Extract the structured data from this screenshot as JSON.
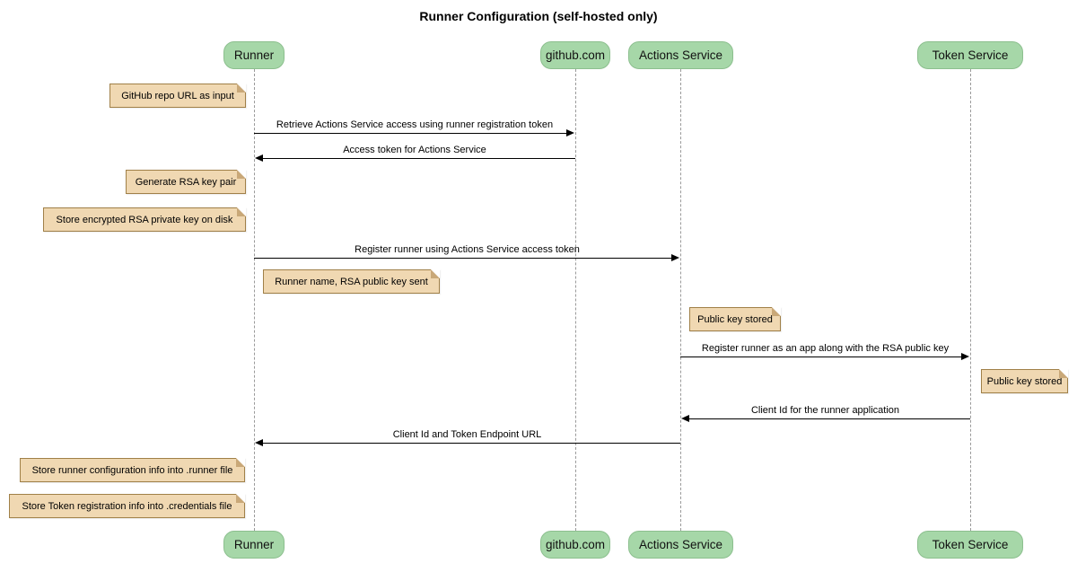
{
  "title": "Runner Configuration (self-hosted only)",
  "diagram_type": "sequence-diagram",
  "colors": {
    "participant_fill": "#a6d7a8",
    "participant_border": "#8cbf8e",
    "note_fill": "#f0d8b2",
    "note_border": "#a08048",
    "lifeline": "#9a9a9a",
    "message_line": "#000000",
    "background": "#ffffff"
  },
  "participants": [
    {
      "label": "Runner"
    },
    {
      "label": "github.com"
    },
    {
      "label": "Actions Service"
    },
    {
      "label": "Token Service"
    }
  ],
  "messages": [
    {
      "label": "Retrieve Actions Service access using runner registration token",
      "from": "Runner",
      "to": "github.com",
      "direction": "right"
    },
    {
      "label": "Access token for Actions Service",
      "from": "github.com",
      "to": "Runner",
      "direction": "left"
    },
    {
      "label": "Register runner using Actions Service access token",
      "from": "Runner",
      "to": "Actions Service",
      "direction": "right"
    },
    {
      "label": "Register runner as an app along with the RSA public key",
      "from": "Actions Service",
      "to": "Token Service",
      "direction": "right"
    },
    {
      "label": "Client Id for the runner application",
      "from": "Token Service",
      "to": "Actions Service",
      "direction": "left"
    },
    {
      "label": "Client Id and Token Endpoint URL",
      "from": "Actions Service",
      "to": "Runner",
      "direction": "left"
    }
  ],
  "notes": [
    {
      "text": "GitHub repo URL as input",
      "anchor": "Runner",
      "side": "left"
    },
    {
      "text": "Generate RSA key pair",
      "anchor": "Runner",
      "side": "left"
    },
    {
      "text": "Store encrypted RSA private key on disk",
      "anchor": "Runner",
      "side": "left"
    },
    {
      "text": "Runner name, RSA public key sent",
      "anchor": "Runner",
      "side": "right"
    },
    {
      "text": "Public key stored",
      "anchor": "Actions Service",
      "side": "right"
    },
    {
      "text": "Public key stored",
      "anchor": "Token Service",
      "side": "right"
    },
    {
      "text": "Store runner configuration info into .runner file",
      "anchor": "Runner",
      "side": "left"
    },
    {
      "text": "Store Token registration info into .credentials file",
      "anchor": "Runner",
      "side": "left"
    }
  ]
}
